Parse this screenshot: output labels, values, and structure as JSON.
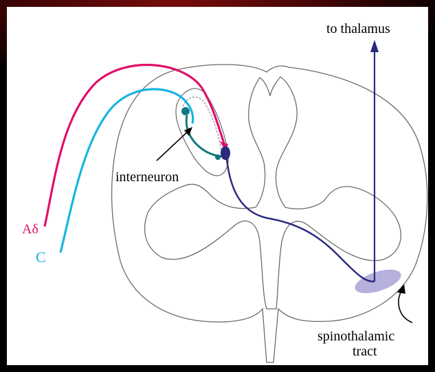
{
  "labels": {
    "to_thalamus": "to thalamus",
    "interneuron": "interneuron",
    "a_delta": "Aδ",
    "c_fiber": "C",
    "tract_line1": "spinothalamic",
    "tract_line2": "tract"
  },
  "colors": {
    "a_delta_fiber": "#e0106a",
    "c_fiber": "#18b4e0",
    "interneuron": "#107a80",
    "projection_neuron": "#2a2a80",
    "tract": "#a9a2d6",
    "outline": "#6a6a6a"
  }
}
